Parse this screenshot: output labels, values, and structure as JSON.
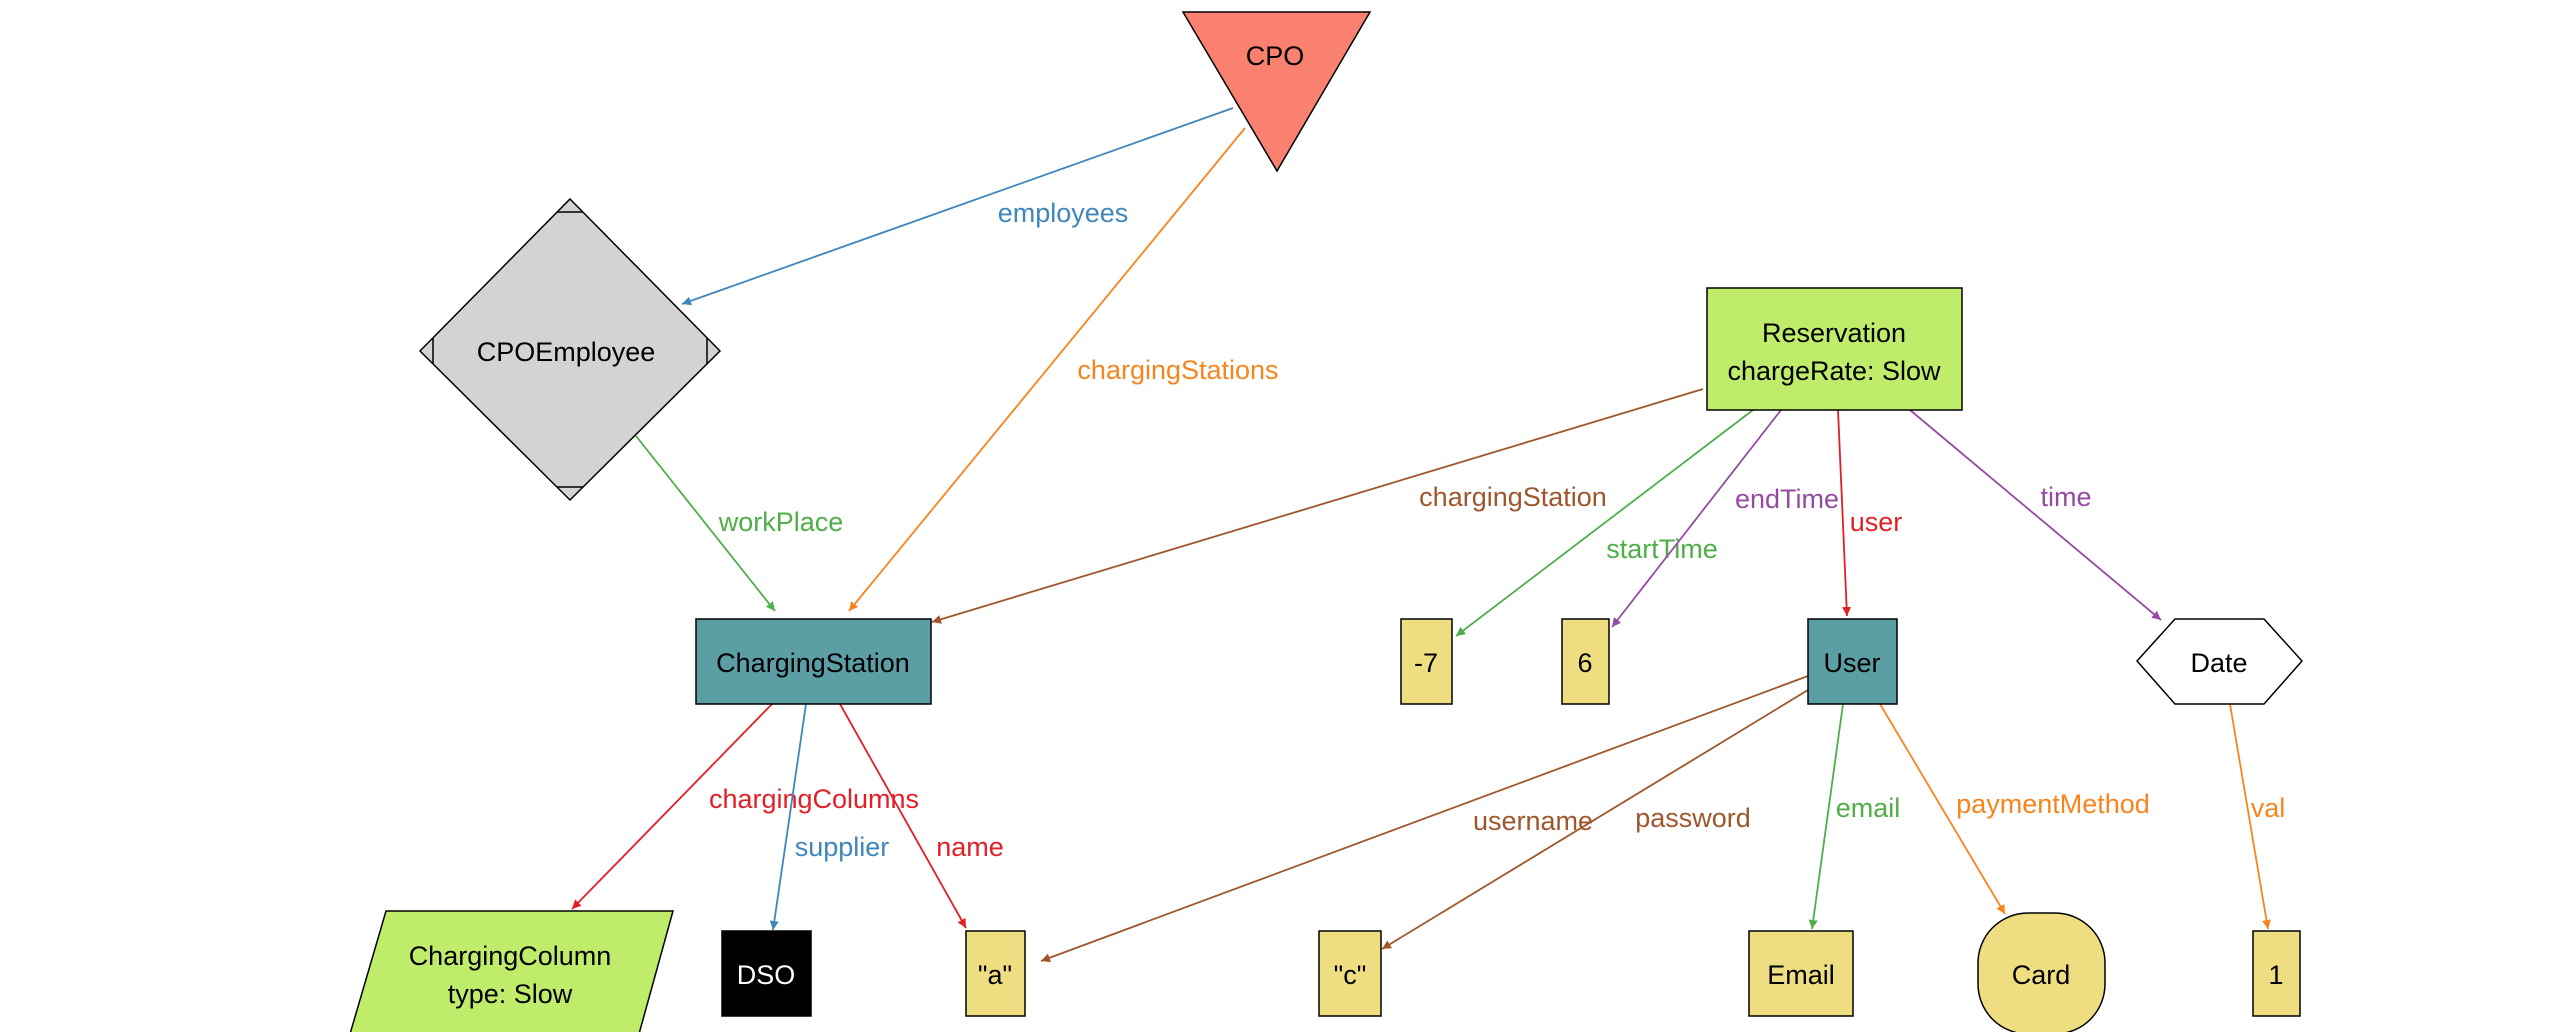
{
  "colors": {
    "blue": "#3f86bd",
    "orange": "#f7851d",
    "green": "#4fae48",
    "brown": "#a0562b",
    "red": "#e21f26",
    "purple": "#954ba2",
    "salmon": "#fa8170",
    "lightgreen": "#bfec6a",
    "teal": "#5b9ea4",
    "khaki": "#efdd82",
    "gray": "#d3d3d3",
    "black": "#000000",
    "white": "#ffffff"
  },
  "nodes": {
    "cpo": {
      "label": "CPO",
      "shape": "inverted-triangle"
    },
    "cpo_employee": {
      "label": "CPOEmployee",
      "shape": "mdiamond"
    },
    "reservation": {
      "lines": [
        "Reservation",
        "chargeRate: Slow"
      ],
      "shape": "box"
    },
    "charging_station": {
      "label": "ChargingStation",
      "shape": "box"
    },
    "minus_seven": {
      "label": "-7",
      "shape": "box"
    },
    "six": {
      "label": "6",
      "shape": "box"
    },
    "user": {
      "label": "User",
      "shape": "box"
    },
    "date": {
      "label": "Date",
      "shape": "hexagon"
    },
    "charging_column": {
      "lines": [
        "ChargingColumn",
        "type: Slow"
      ],
      "shape": "parallelogram"
    },
    "dso": {
      "label": "DSO",
      "shape": "box"
    },
    "a_literal": {
      "label": "\"a\"",
      "shape": "box"
    },
    "c_literal": {
      "label": "\"c\"",
      "shape": "box"
    },
    "email": {
      "label": "Email",
      "shape": "box"
    },
    "card": {
      "label": "Card",
      "shape": "rounded-box"
    },
    "one": {
      "label": "1",
      "shape": "box"
    }
  },
  "edges": [
    {
      "label": "employees",
      "from": "CPO",
      "to": "CPOEmployee",
      "color": "blue"
    },
    {
      "label": "chargingStations",
      "from": "CPO",
      "to": "ChargingStation",
      "color": "orange"
    },
    {
      "label": "workPlace",
      "from": "CPOEmployee",
      "to": "ChargingStation",
      "color": "green"
    },
    {
      "label": "chargingStation",
      "from": "Reservation",
      "to": "ChargingStation",
      "color": "brown"
    },
    {
      "label": "startTime",
      "from": "Reservation",
      "to": "-7",
      "color": "green"
    },
    {
      "label": "endTime",
      "from": "Reservation",
      "to": "6",
      "color": "purple"
    },
    {
      "label": "user",
      "from": "Reservation",
      "to": "User",
      "color": "red"
    },
    {
      "label": "time",
      "from": "Reservation",
      "to": "Date",
      "color": "purple"
    },
    {
      "label": "chargingColumns",
      "from": "ChargingStation",
      "to": "ChargingColumn",
      "color": "red"
    },
    {
      "label": "supplier",
      "from": "ChargingStation",
      "to": "DSO",
      "color": "blue"
    },
    {
      "label": "name",
      "from": "ChargingStation",
      "to": "\"a\"",
      "color": "red"
    },
    {
      "label": "username",
      "from": "User",
      "to": "\"a\"",
      "color": "brown"
    },
    {
      "label": "password",
      "from": "User",
      "to": "\"c\"",
      "color": "brown"
    },
    {
      "label": "email",
      "from": "User",
      "to": "Email",
      "color": "green"
    },
    {
      "label": "paymentMethod",
      "from": "User",
      "to": "Card",
      "color": "orange"
    },
    {
      "label": "val",
      "from": "Date",
      "to": "1",
      "color": "orange"
    }
  ]
}
